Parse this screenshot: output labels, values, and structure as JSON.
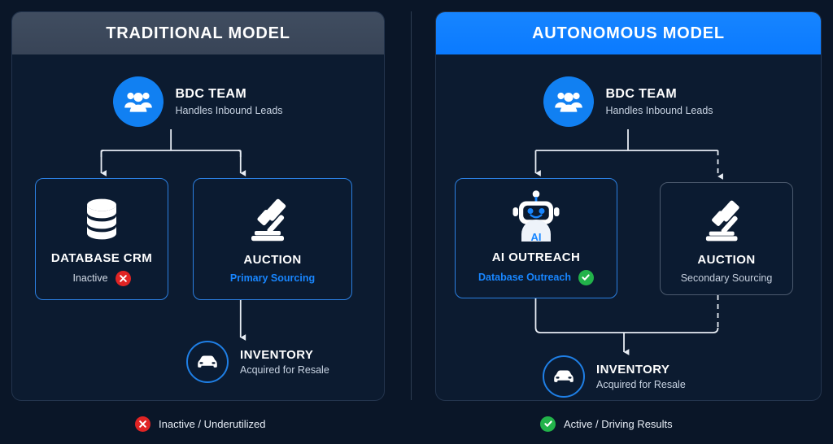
{
  "background_color": "#0a1628",
  "accent_blue": "#1886ff",
  "status_red": "#e02424",
  "status_green": "#22b34a",
  "panels": [
    {
      "id": "traditional",
      "header": "TRADITIONAL MODEL",
      "header_style": "slate",
      "top_node": {
        "title": "BDC TEAM",
        "subtitle": "Handles Inbound Leads",
        "icon": "people-group-icon"
      },
      "cards": [
        {
          "id": "database-crm",
          "title": "DATABASE CRM",
          "status": "Inactive",
          "status_type": "inactive",
          "badge": "x-mark-icon",
          "icon": "database-icon",
          "border": "blue"
        },
        {
          "id": "auction",
          "title": "AUCTION",
          "status": "Primary Sourcing",
          "status_type": "primary",
          "badge": "",
          "icon": "gavel-icon",
          "border": "blue"
        }
      ],
      "outcome": {
        "title": "INVENTORY",
        "subtitle": "Acquired for Resale",
        "icon": "car-icon"
      },
      "legend": {
        "label": "Inactive / Underutilized",
        "badge": "x-mark-icon",
        "badge_color": "#e02424"
      }
    },
    {
      "id": "autonomous",
      "header": "AUTONOMOUS MODEL",
      "header_style": "blue",
      "top_node": {
        "title": "BDC TEAM",
        "subtitle": "Handles Inbound Leads",
        "icon": "people-group-icon"
      },
      "cards": [
        {
          "id": "ai-outreach",
          "title": "AI OUTREACH",
          "status": "Database Outreach",
          "status_type": "active",
          "badge": "check-mark-icon",
          "icon": "robot-icon",
          "icon_label": "AI",
          "border": "blue"
        },
        {
          "id": "auction-secondary",
          "title": "AUCTION",
          "status": "Secondary Sourcing",
          "status_type": "secondary",
          "badge": "",
          "icon": "gavel-icon",
          "border": "grey"
        }
      ],
      "outcome": {
        "title": "INVENTORY",
        "subtitle": "Acquired for Resale",
        "icon": "car-icon"
      },
      "legend": {
        "label": "Active / Driving Results",
        "badge": "check-mark-icon",
        "badge_color": "#22b34a"
      }
    }
  ]
}
